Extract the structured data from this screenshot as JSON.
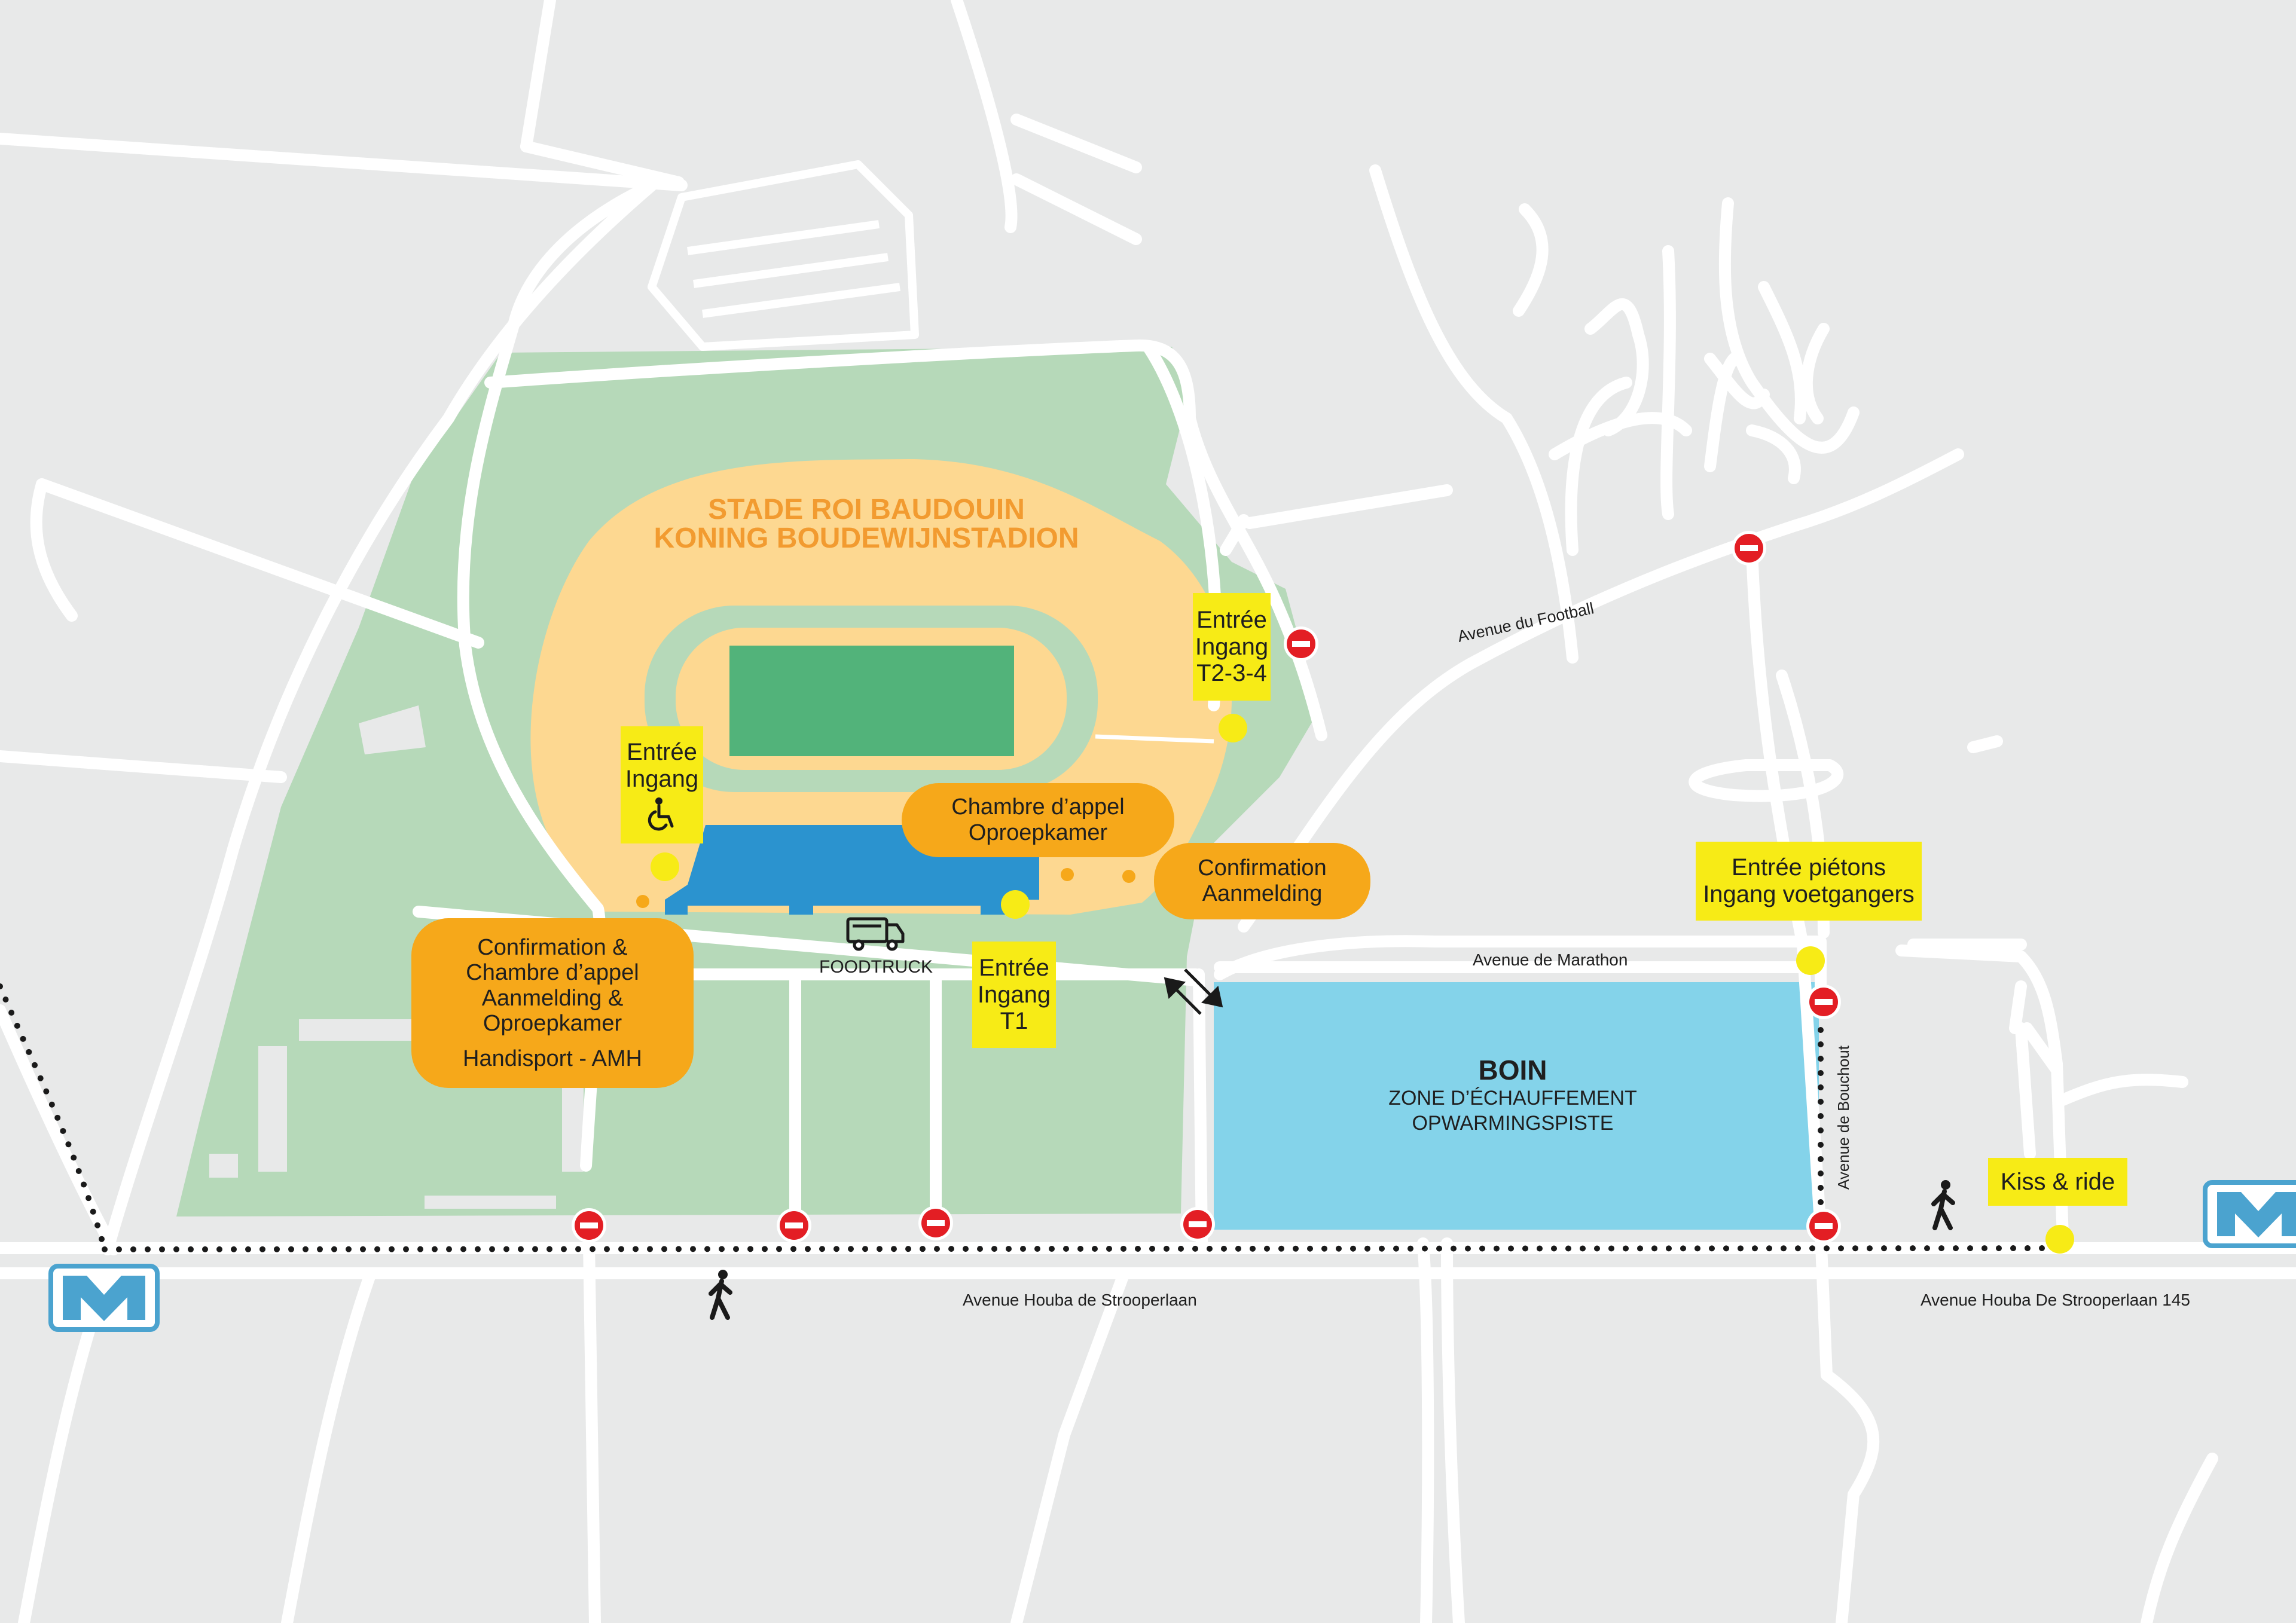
{
  "stadium": {
    "name_fr": "STADE ROI BAUDOUIN",
    "name_nl": "KONING BOUDEWIJNSTADION"
  },
  "labels": {
    "entree_t234": [
      "Entrée",
      "Ingang",
      "T2-3-4"
    ],
    "entree_pmr": [
      "Entrée",
      "Ingang"
    ],
    "entree_t1": [
      "Entrée",
      "Ingang",
      "T1"
    ],
    "entree_pietons": [
      "Entrée piétons",
      "Ingang voetgangers"
    ],
    "kiss_ride": "Kiss & ride",
    "chambre_appel": [
      "Chambre d’appel",
      "Oproepkamer"
    ],
    "confirmation": [
      "Confirmation",
      "Aanmelding"
    ],
    "confirmation_chambre": [
      "Confirmation &",
      "Chambre d’appel",
      "Aanmelding &",
      "Oproepkamer"
    ],
    "handisport": "Handisport - AMH",
    "foodtruck": "FOODTRUCK"
  },
  "warmup": {
    "title": "BOIN",
    "line1": "ZONE D’ÉCHAUFFEMENT",
    "line2": "OPWARMINGSPISTE"
  },
  "streets": {
    "football": "Avenue du Football",
    "marathon": "Avenue de Marathon",
    "bouchout": "Avenue de Bouchout",
    "houba": "Avenue Houba de Strooperlaan",
    "houba_145": "Avenue Houba De Strooperlaan 145"
  },
  "icons": {
    "metro": "metro-M-icon",
    "no_entry": "no-entry-icon",
    "pedestrian": "pedestrian-icon",
    "wheelchair": "wheelchair-icon",
    "foodtruck": "foodtruck-icon",
    "access_point": "access-point-icon",
    "two_way": "two-way-arrows-icon"
  },
  "colors": {
    "background": "#e8e9e9",
    "park": "#b6d9b9",
    "stands": "#fdd891",
    "pitch": "#52b37a",
    "tribune": "#2b93cf",
    "warmup": "#84d3ea",
    "label_yellow": "#f7eb16",
    "label_orange": "#f6a81a",
    "no_entry": "#e31e24",
    "metro": "#4ba3cf",
    "stadium_text": "#f29b30"
  }
}
